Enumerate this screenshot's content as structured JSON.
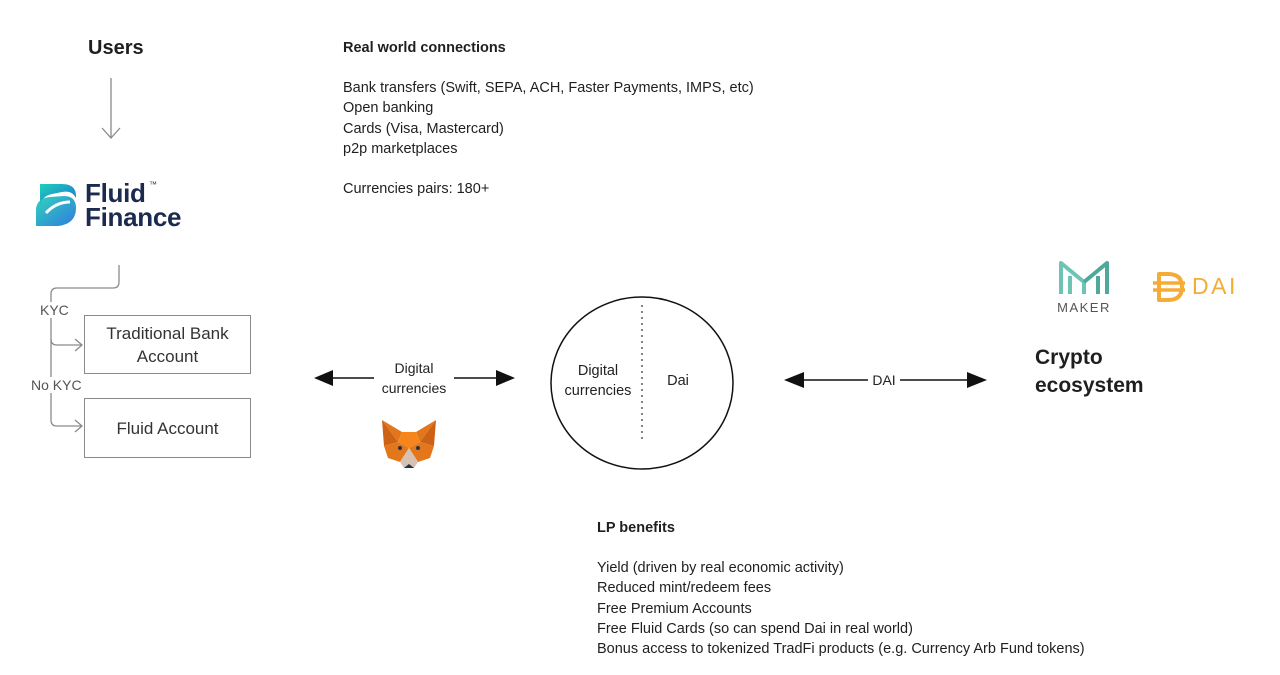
{
  "users": {
    "title": "Users"
  },
  "fluid_logo": {
    "line1": "Fluid",
    "line2": "Finance",
    "tm": "™"
  },
  "real_world": {
    "heading": "Real world connections",
    "items": [
      "Bank transfers (Swift, SEPA, ACH, Faster Payments, IMPS, etc)",
      "Open banking",
      "Cards (Visa, Mastercard)",
      "p2p marketplaces"
    ],
    "pairs": "Currencies pairs: 180+"
  },
  "branch": {
    "kyc_label": "KYC",
    "no_kyc_label": "No KYC",
    "bank_account": "Traditional Bank Account",
    "fluid_account": "Fluid Account"
  },
  "left_arrow": {
    "label_line1": "Digital",
    "label_line2": "currencies"
  },
  "pool": {
    "left_line1": "Digital",
    "left_line2": "currencies",
    "right": "Dai"
  },
  "right_arrow": {
    "label": "DAI"
  },
  "logos": {
    "maker": "MAKER",
    "dai": "DAI"
  },
  "crypto": {
    "line1": "Crypto",
    "line2": "ecosystem"
  },
  "lp": {
    "heading": "LP benefits",
    "items": [
      "Yield (driven by real economic activity)",
      "Reduced mint/redeem fees",
      "Free Premium Accounts",
      "Free Fluid Cards (so can spend Dai in real world)",
      "Bonus access to tokenized TradFi products (e.g. Currency Arb Fund tokens)"
    ]
  },
  "colors": {
    "fluid_navy": "#1b2b4f",
    "fluid_teal": "#1fb9b0",
    "fluid_blue": "#1e78d9",
    "maker_teal": "#4fa89b",
    "dai_gold": "#f5ac37",
    "metamask_orange": "#e2761b"
  }
}
